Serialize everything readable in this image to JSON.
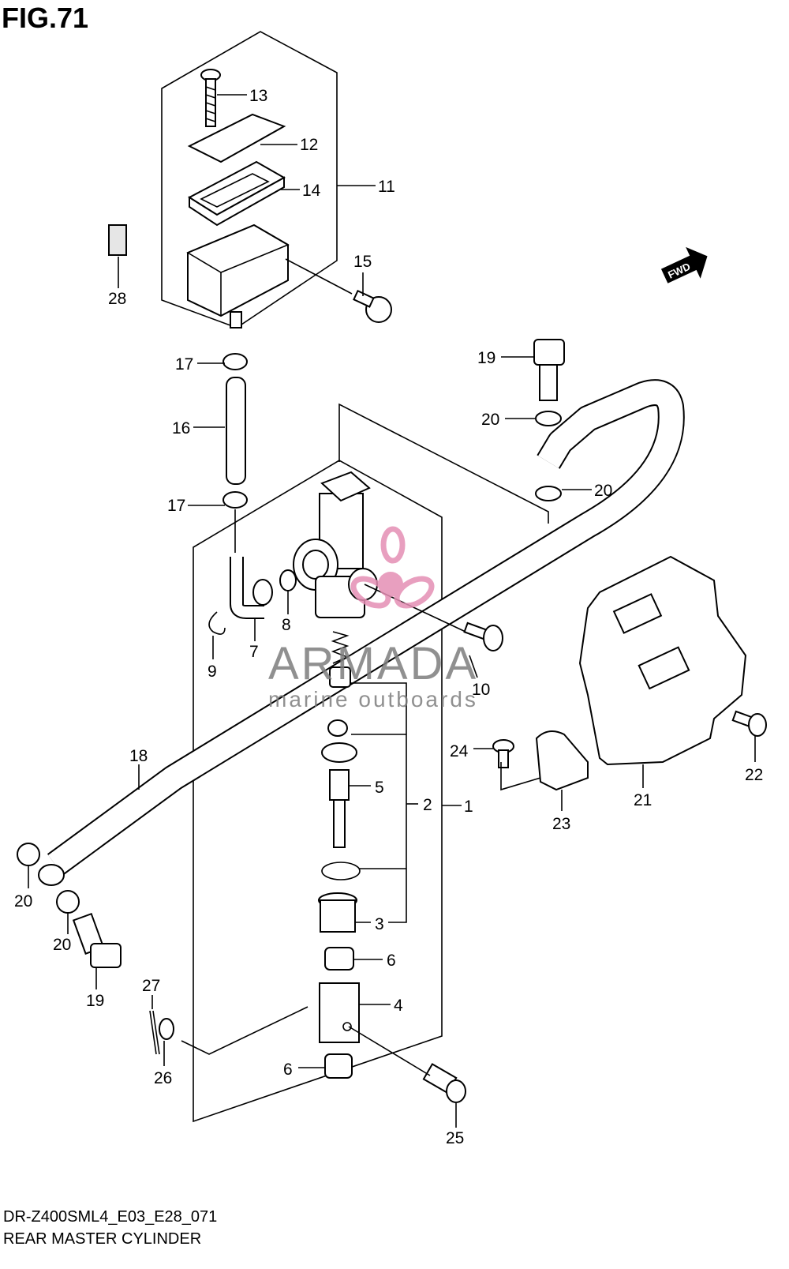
{
  "figure": {
    "title": "FIG.71"
  },
  "footer": {
    "model_code": "DR-Z400SML4_E03_E28_071",
    "caption": "REAR MASTER CYLINDER"
  },
  "watermark": {
    "brand": "ARMADA",
    "tagline": "marine outboards",
    "accent_color": "#e58fb4",
    "text_color": "#7d7d7d"
  },
  "direction_badge": {
    "label": "FWD"
  },
  "callouts": [
    {
      "id": "c13",
      "text": "13"
    },
    {
      "id": "c12",
      "text": "12"
    },
    {
      "id": "c14",
      "text": "14"
    },
    {
      "id": "c11",
      "text": "11"
    },
    {
      "id": "c28",
      "text": "28"
    },
    {
      "id": "c15",
      "text": "15"
    },
    {
      "id": "c17a",
      "text": "17"
    },
    {
      "id": "c16",
      "text": "16"
    },
    {
      "id": "c17b",
      "text": "17"
    },
    {
      "id": "c19a",
      "text": "19"
    },
    {
      "id": "c20a",
      "text": "20"
    },
    {
      "id": "c20b",
      "text": "20"
    },
    {
      "id": "c8",
      "text": "8"
    },
    {
      "id": "c7",
      "text": "7"
    },
    {
      "id": "c9",
      "text": "9"
    },
    {
      "id": "c10",
      "text": "10"
    },
    {
      "id": "c18",
      "text": "18"
    },
    {
      "id": "c24",
      "text": "24"
    },
    {
      "id": "c22",
      "text": "22"
    },
    {
      "id": "c21",
      "text": "21"
    },
    {
      "id": "c23",
      "text": "23"
    },
    {
      "id": "c5",
      "text": "5"
    },
    {
      "id": "c2",
      "text": "2"
    },
    {
      "id": "c1",
      "text": "1"
    },
    {
      "id": "c20c",
      "text": "20"
    },
    {
      "id": "c20d",
      "text": "20"
    },
    {
      "id": "c19b",
      "text": "19"
    },
    {
      "id": "c3",
      "text": "3"
    },
    {
      "id": "c6a",
      "text": "6"
    },
    {
      "id": "c27",
      "text": "27"
    },
    {
      "id": "c4",
      "text": "4"
    },
    {
      "id": "c26",
      "text": "26"
    },
    {
      "id": "c6b",
      "text": "6"
    },
    {
      "id": "c25",
      "text": "25"
    }
  ]
}
